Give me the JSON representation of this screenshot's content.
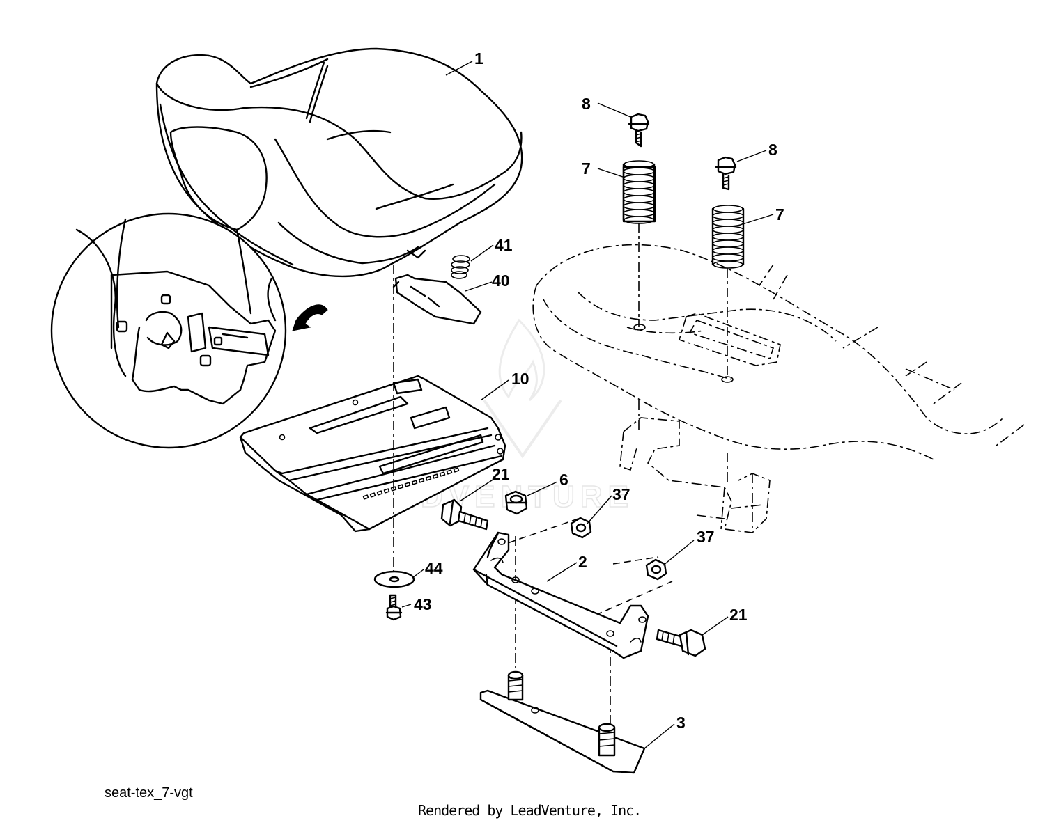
{
  "diagram": {
    "code": "seat-tex_7-vgt",
    "credit": "Rendered by LeadVenture, Inc.",
    "watermark": "LEADVENTURE"
  },
  "labels": {
    "seat": "1",
    "seat_bracket": "2",
    "bottom_plate": "3",
    "nut_6": "6",
    "spring_left": "7",
    "spring_right": "7",
    "bolt_left": "8",
    "bolt_right": "8",
    "seat_pan": "10",
    "bolt_21_left": "21",
    "bolt_21_right": "21",
    "nut_37_upper": "37",
    "nut_37_lower": "37",
    "clip": "40",
    "spring_41": "41",
    "screw_43": "43",
    "washer_44": "44"
  },
  "colors": {
    "line": "#000000",
    "background": "#ffffff",
    "watermark": "#e6e6e6"
  }
}
